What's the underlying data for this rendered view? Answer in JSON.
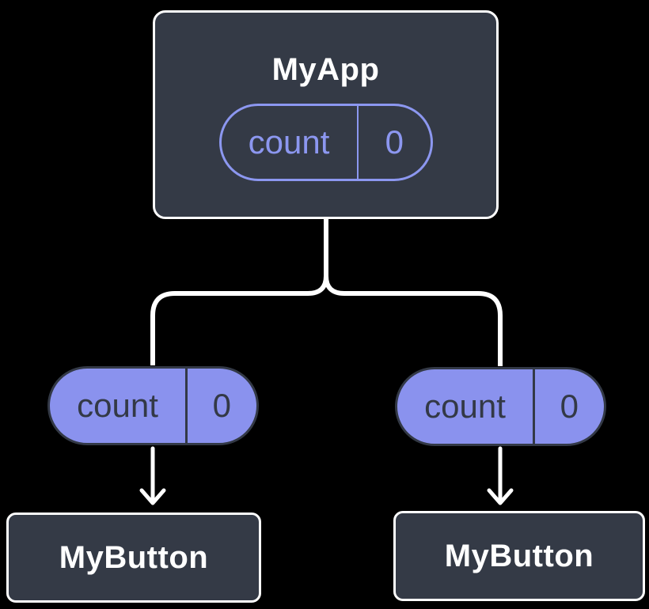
{
  "diagram": {
    "colors": {
      "background": "#000000",
      "node_fill": "#343A46",
      "node_border": "#FFFFFF",
      "title_text": "#FFFFFF",
      "pill_outline": "#8C97F0",
      "pill_fill": "#8A92EE",
      "pill_dark": "#333946",
      "line": "#FFFFFF"
    },
    "root": {
      "title": "MyApp",
      "state": {
        "label": "count",
        "value": "0"
      }
    },
    "children": [
      {
        "title": "MyButton",
        "prop": {
          "label": "count",
          "value": "0"
        }
      },
      {
        "title": "MyButton",
        "prop": {
          "label": "count",
          "value": "0"
        }
      }
    ]
  }
}
